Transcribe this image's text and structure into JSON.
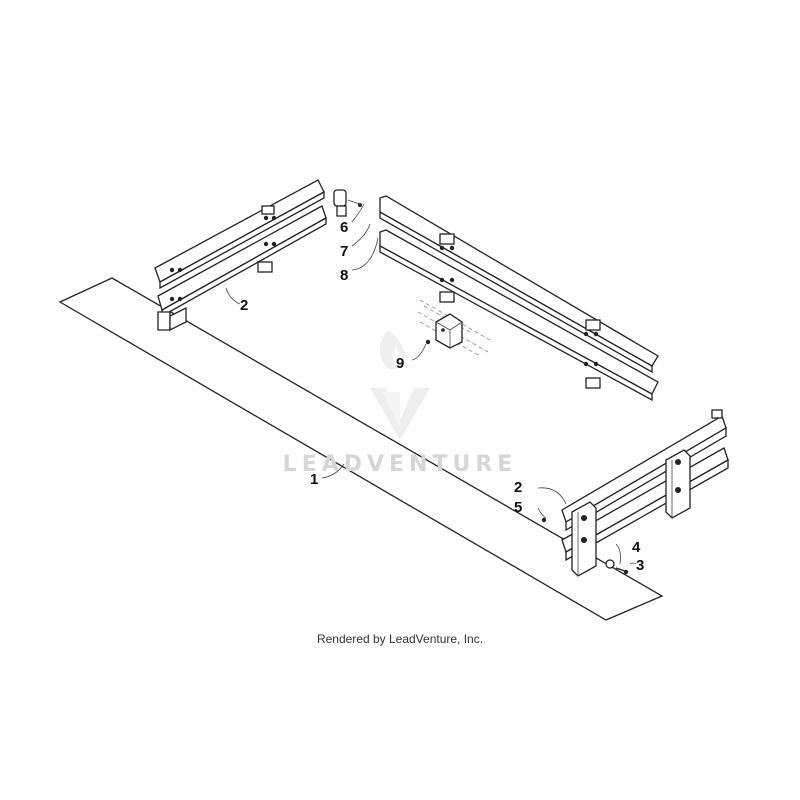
{
  "watermark": {
    "brand_text": "LEADVENTURE",
    "logo_icon": "leadventure-flame-logo"
  },
  "callouts": {
    "c1": "1",
    "c2_left": "2",
    "c2_right": "2",
    "c3": "3",
    "c4": "4",
    "c5": "5",
    "c6": "6",
    "c7": "7",
    "c8": "8",
    "c9": "9"
  },
  "caption": "Rendered by LeadVenture, Inc."
}
